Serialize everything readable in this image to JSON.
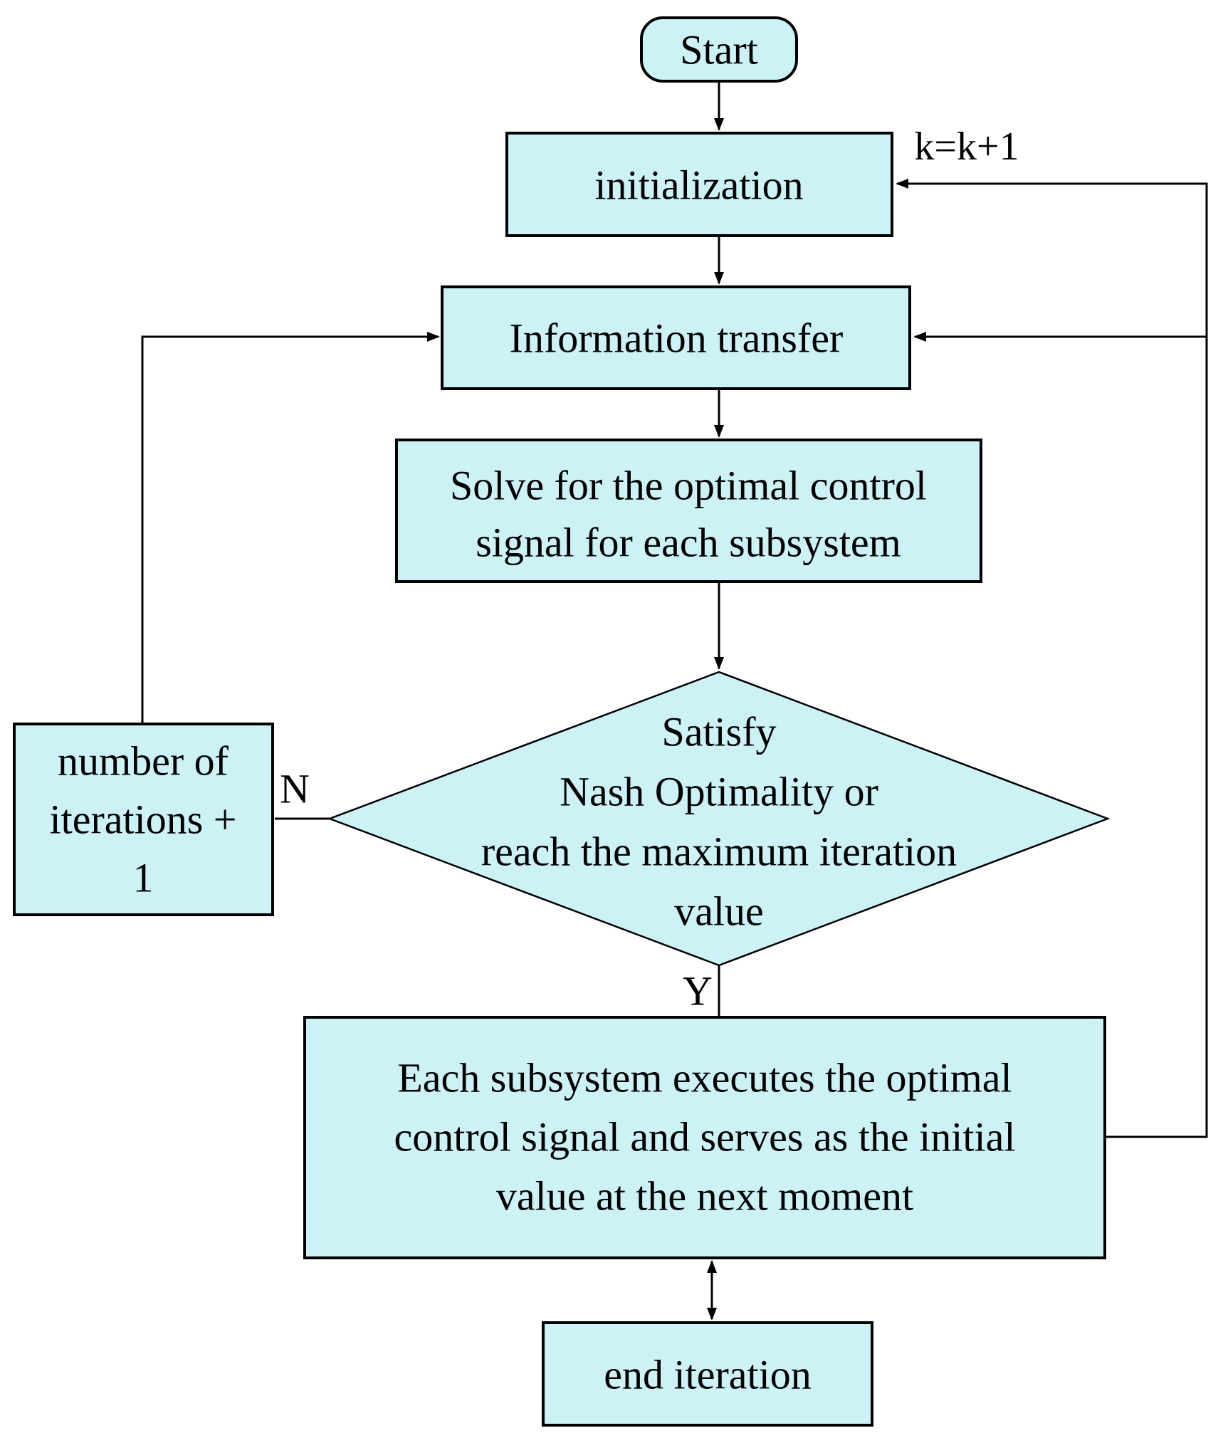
{
  "diagram": {
    "kind": "flowchart",
    "colors": {
      "node_fill": "#ccf2f5",
      "node_border": "#000000",
      "edge_color": "#000000",
      "background": "#ffffff",
      "text": "#000000"
    },
    "nodes": {
      "start": {
        "label": "Start",
        "shape": "rounded"
      },
      "initialization": {
        "label": "initialization",
        "shape": "rect"
      },
      "information_transfer": {
        "label": "Information transfer",
        "shape": "rect"
      },
      "solve": {
        "shape": "rect",
        "lines": [
          "Solve for the optimal control",
          "signal for each subsystem"
        ]
      },
      "decision": {
        "shape": "diamond",
        "lines": [
          "Satisfy",
          "Nash Optimality or",
          "reach the maximum iteration",
          "value"
        ]
      },
      "iteration_counter": {
        "shape": "rect",
        "lines": [
          "number of",
          "iterations +",
          "1"
        ]
      },
      "execute": {
        "shape": "rect",
        "lines": [
          "Each subsystem executes the optimal",
          "control signal and serves as the initial",
          "value at the next moment"
        ]
      },
      "end": {
        "label": "end iteration",
        "shape": "rect"
      }
    },
    "edge_labels": {
      "increment": "k=k+1",
      "no": "N",
      "yes": "Y"
    }
  }
}
